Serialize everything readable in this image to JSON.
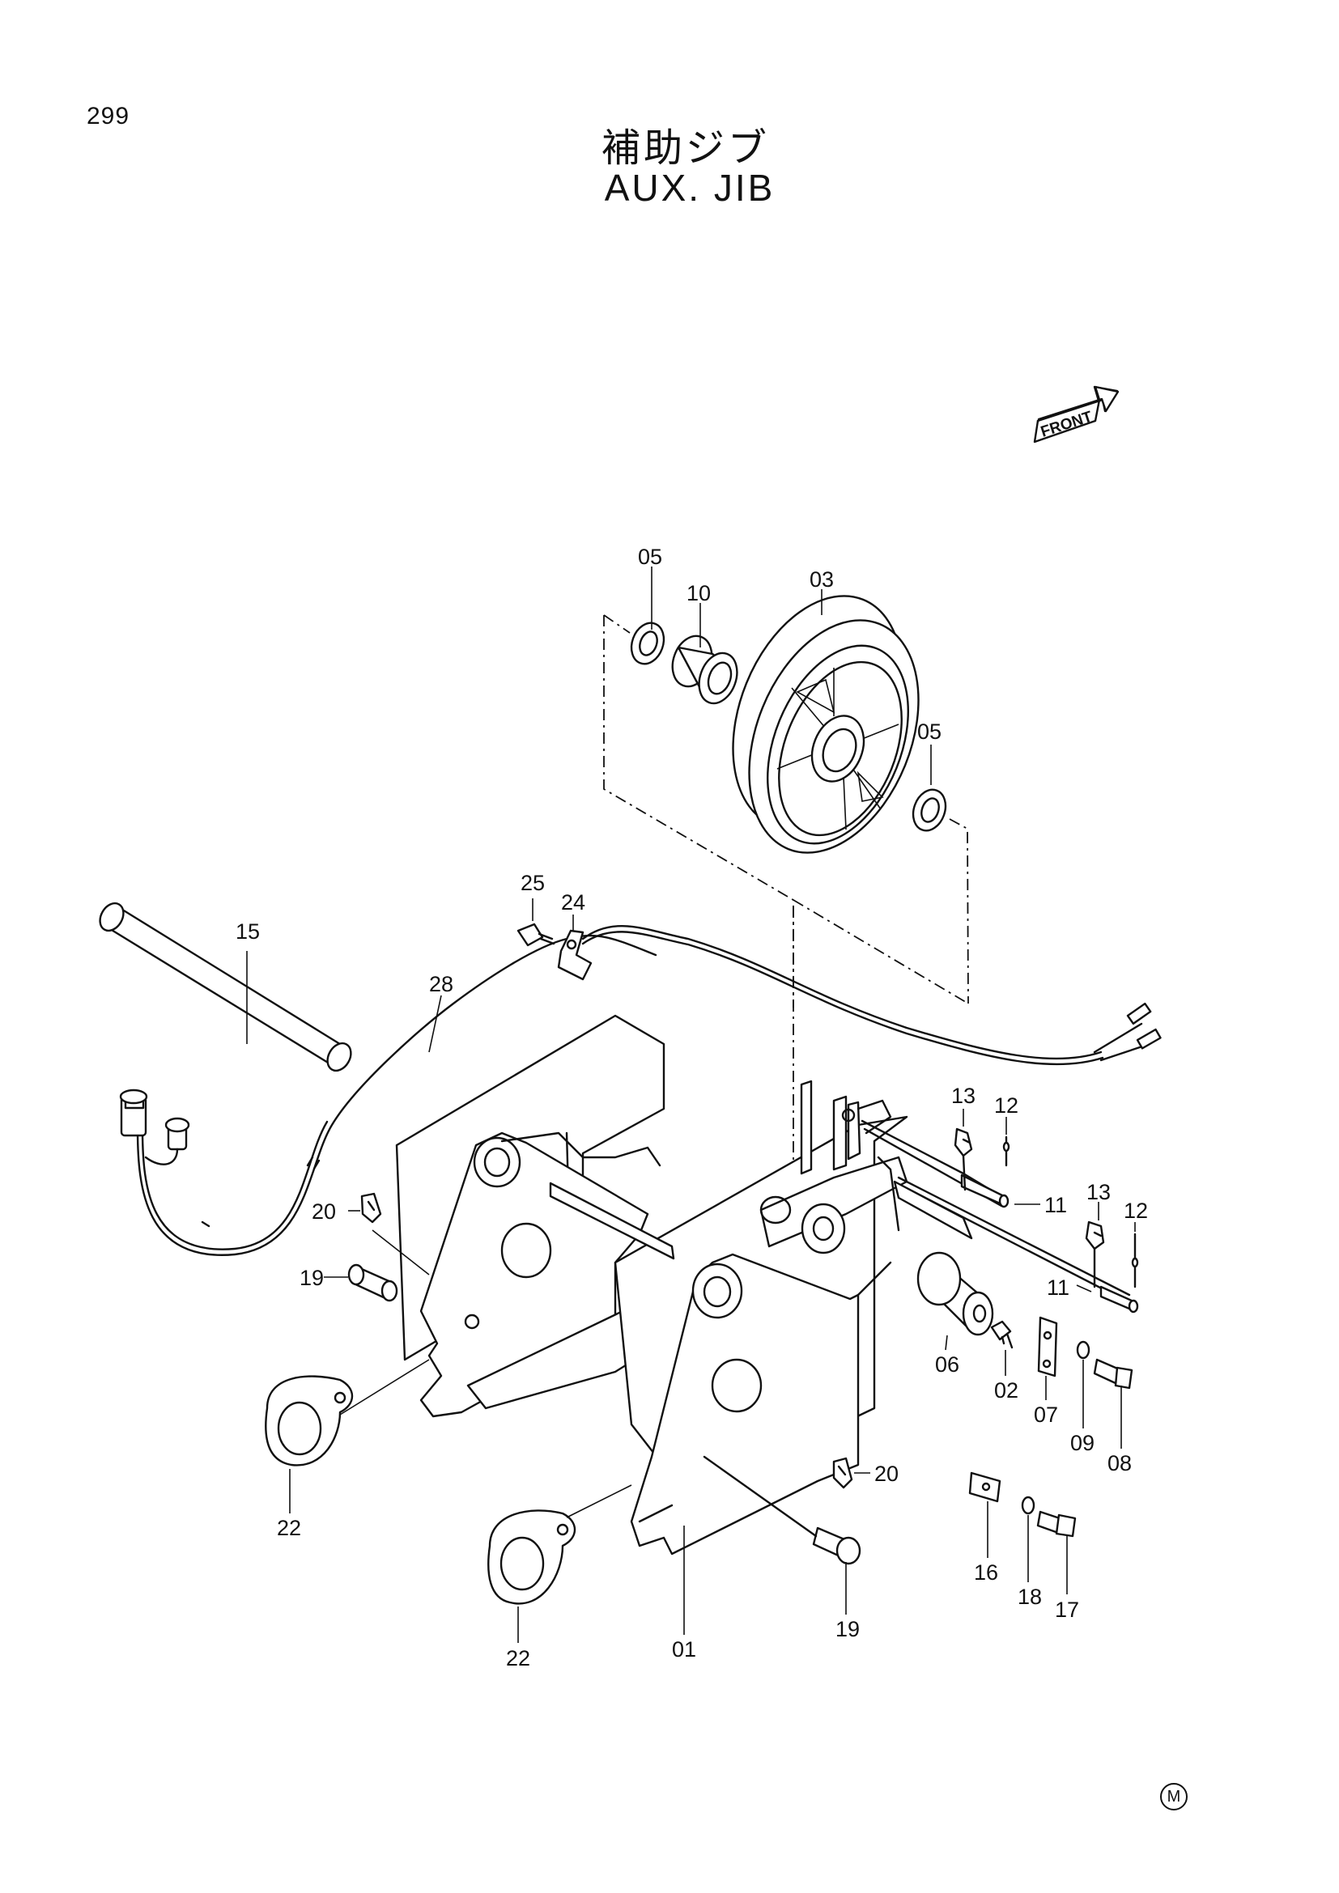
{
  "page_number": "299",
  "title_jp": "補助ジブ",
  "title_en": "AUX. JIB",
  "front_label": "FRONT",
  "corner_mark": "M",
  "callouts": {
    "c01": "01",
    "c02": "02",
    "c03": "03",
    "c05a": "05",
    "c05b": "05",
    "c06": "06",
    "c07": "07",
    "c08": "08",
    "c09": "09",
    "c10": "10",
    "c11a": "11",
    "c11b": "11",
    "c12a": "12",
    "c12b": "12",
    "c13a": "13",
    "c13b": "13",
    "c15": "15",
    "c16": "16",
    "c17": "17",
    "c18": "18",
    "c19a": "19",
    "c19b": "19",
    "c20a": "20",
    "c20b": "20",
    "c22a": "22",
    "c22b": "22",
    "c24": "24",
    "c25": "25",
    "c28": "28"
  }
}
